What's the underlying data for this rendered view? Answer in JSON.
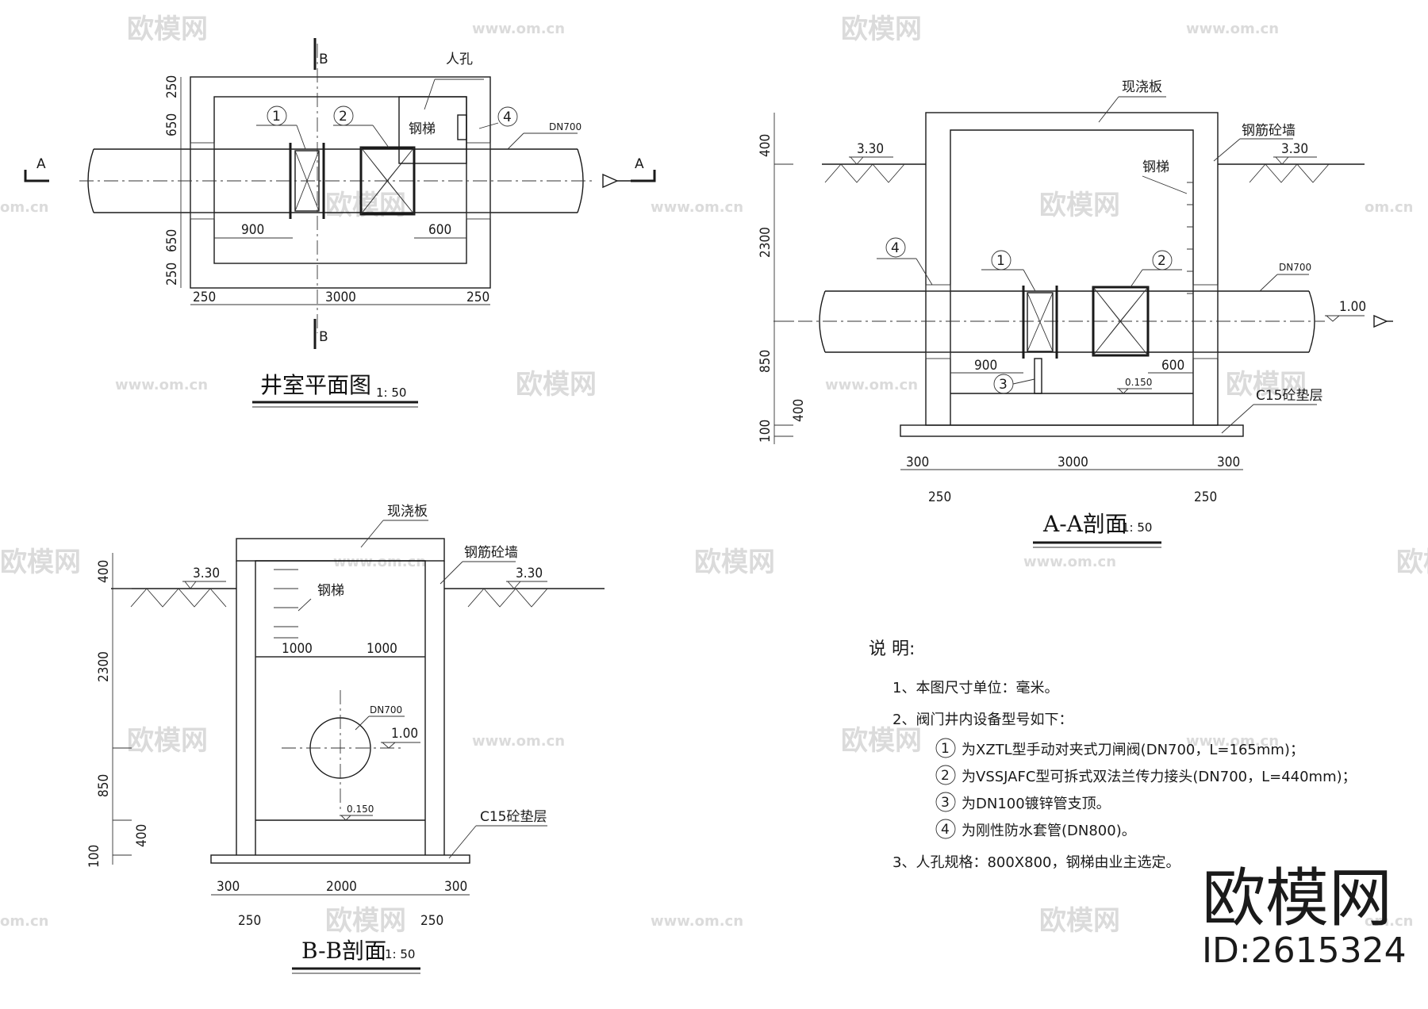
{
  "watermark": {
    "brand": "欧模网",
    "url": "www.om.cn",
    "url_short": "om.cn"
  },
  "plan": {
    "title": "井室平面图",
    "scale": "1: 50",
    "section_a": "A",
    "section_b": "B",
    "manhole": "人孔",
    "ladder": "钢梯",
    "pipe": "DN700",
    "item1": "1",
    "item2": "2",
    "item4": "4",
    "dims": {
      "d250a": "250",
      "d650a": "650",
      "d650b": "650",
      "d250b": "250",
      "d900": "900",
      "d600": "600",
      "b250l": "250",
      "b3000": "3000",
      "b250r": "250"
    }
  },
  "aa": {
    "title": "A-A剖面",
    "scale": "1: 50",
    "slab": "现浇板",
    "wall": "钢筋砼墙",
    "ladder": "钢梯",
    "pipe": "DN700",
    "elev_ground_l": "3.30",
    "elev_ground_r": "3.30",
    "elev_pipe": "1.00",
    "elev_bottom": "0.150",
    "pad": "C15砼垫层",
    "item1": "1",
    "item2": "2",
    "item3": "3",
    "item4": "4",
    "dims": {
      "v400": "400",
      "v2300": "2300",
      "v850": "850",
      "v400b": "400",
      "v100": "100",
      "d900": "900",
      "d600": "600",
      "b300l": "300",
      "b3000": "3000",
      "b300r": "300",
      "w250l": "250",
      "w250r": "250"
    }
  },
  "bb": {
    "title": "B-B剖面",
    "scale": "1: 50",
    "slab": "现浇板",
    "wall": "钢筋砼墙",
    "ladder": "钢梯",
    "pipe": "DN700",
    "elev_ground_l": "3.30",
    "elev_ground_r": "3.30",
    "elev_pipe": "1.00",
    "elev_bottom": "0.150",
    "pad": "C15砼垫层",
    "dims": {
      "v400": "400",
      "v2300": "2300",
      "v850": "850",
      "v400b": "400",
      "v100": "100",
      "h1000l": "1000",
      "h1000r": "1000",
      "b300l": "300",
      "b2000": "2000",
      "b300r": "300",
      "w250l": "250",
      "w250r": "250"
    }
  },
  "notes": {
    "heading": "说 明:",
    "n1": "1、本图尺寸单位：毫米。",
    "n2": "2、阀门井内设备型号如下：",
    "i1_num": "1",
    "i1": "为XZTL型手动对夹式刀闸阀(DN700，L=165mm)；",
    "i2_num": "2",
    "i2": "为VSSJAFC型可拆式双法兰传力接头(DN700，L=440mm)；",
    "i3_num": "3",
    "i3": "为DN100镀锌管支顶。",
    "i4_num": "4",
    "i4": "为刚性防水套管(DN800)。",
    "n3": "3、人孔规格：800X800，钢梯由业主选定。"
  },
  "brand": {
    "name": "欧模网",
    "id": "ID:2615324"
  }
}
